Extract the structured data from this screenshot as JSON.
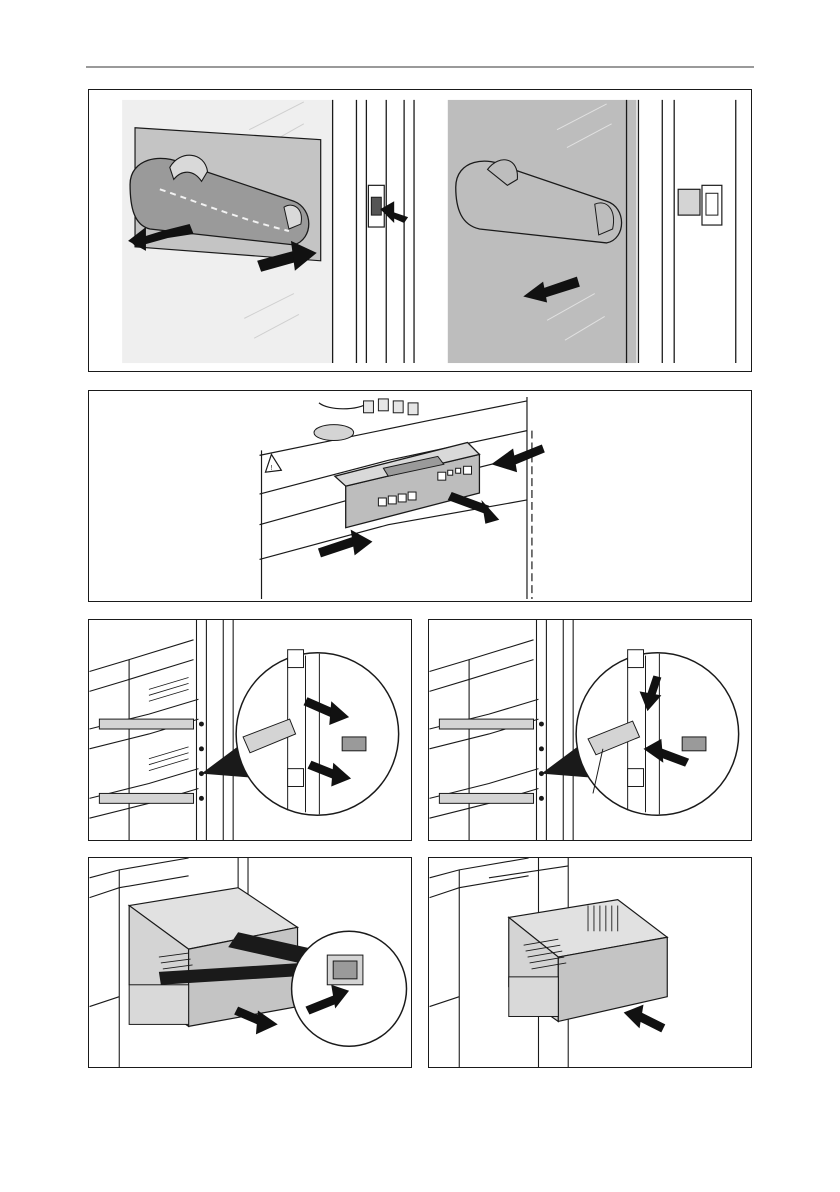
{
  "page": {
    "header_rule": true
  },
  "figures": [
    {
      "id": "fig-1",
      "content": "handle-and-bracket",
      "icons": [
        "door-handle-icon",
        "hinge-bracket-icon",
        "arrow-icon"
      ]
    },
    {
      "id": "fig-2",
      "content": "control-panel",
      "icons": [
        "warning-triangle-icon",
        "control-panel-icon",
        "arrow-icon"
      ]
    },
    {
      "id": "fig-3",
      "content": "shelf-removal",
      "icons": [
        "shelf-support-icon",
        "zoom-circle-icon",
        "arrow-icon"
      ]
    },
    {
      "id": "fig-4",
      "content": "shelf-insertion",
      "icons": [
        "shelf-support-icon",
        "zoom-circle-icon",
        "arrow-icon"
      ]
    },
    {
      "id": "fig-5",
      "content": "drawer-removal",
      "icons": [
        "freezer-drawer-icon",
        "zoom-circle-icon",
        "arrow-icon"
      ]
    },
    {
      "id": "fig-6",
      "content": "drawer-insertion",
      "icons": [
        "freezer-drawer-icon",
        "arrow-icon"
      ]
    }
  ],
  "colors": {
    "outline": "#1a1a1a",
    "panel_light": "#efefef",
    "panel_grey": "#bdbdbd",
    "part_grey": "#d4d4d4",
    "arrow": "#111111"
  }
}
